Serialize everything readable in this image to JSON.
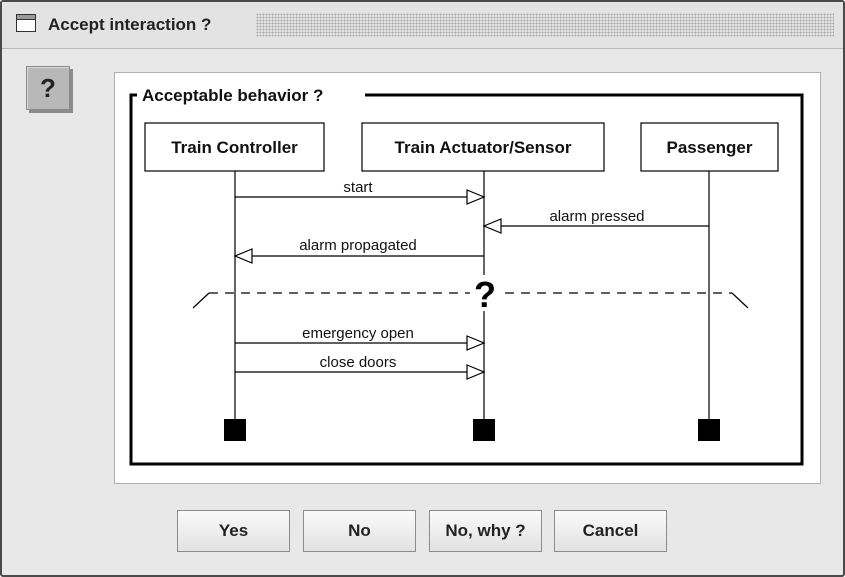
{
  "window": {
    "title": "Accept interaction ?"
  },
  "help": {
    "glyph": "?"
  },
  "diagram": {
    "frame_label": "Acceptable behavior ?",
    "lifelines": [
      {
        "label": "Train Controller"
      },
      {
        "label": "Train Actuator/Sensor"
      },
      {
        "label": "Passenger"
      }
    ],
    "messages": [
      {
        "label": "start",
        "from": "Train Controller",
        "to": "Train Actuator/Sensor"
      },
      {
        "label": "alarm pressed",
        "from": "Passenger",
        "to": "Train Actuator/Sensor"
      },
      {
        "label": "alarm propagated",
        "from": "Train Actuator/Sensor",
        "to": "Train Controller"
      },
      {
        "label": "emergency open",
        "from": "Train Controller",
        "to": "Train Actuator/Sensor"
      },
      {
        "label": "close doors",
        "from": "Train Controller",
        "to": "Train Actuator/Sensor"
      }
    ],
    "separator_glyph": "?"
  },
  "buttons": {
    "yes": "Yes",
    "no": "No",
    "no_why": "No, why ?",
    "cancel": "Cancel"
  }
}
